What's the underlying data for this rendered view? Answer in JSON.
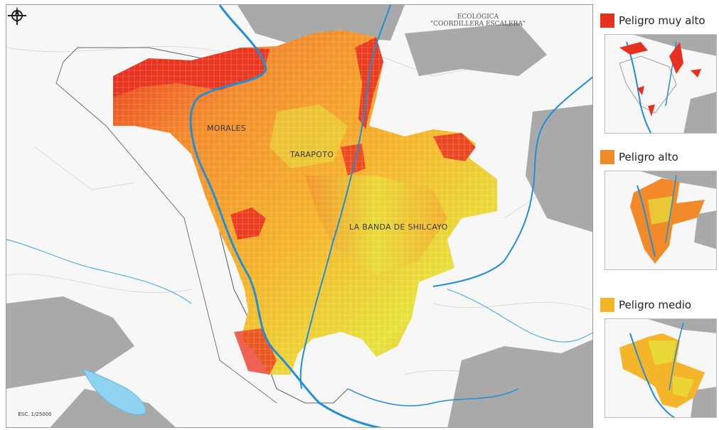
{
  "map": {
    "labels": {
      "morales": "MORALES",
      "tarapoto": "TARAPOTO",
      "banda": "LA BANDA DE SHILCAYO",
      "reserve_line1": "ECOLÓGICA",
      "reserve_line2": "\"COORDILLERA ESCALERA\""
    },
    "scale_text": "ESC. 1/25000",
    "colors": {
      "very_high": "#e8301e",
      "high": "#f38a2a",
      "medium": "#f5b52a",
      "low": "#e6e23a",
      "river": "#1e8fd8",
      "hill": "#a9a9a9"
    }
  },
  "legend": [
    {
      "label": "Peligro muy alto",
      "color": "#e8301e"
    },
    {
      "label": "Peligro alto",
      "color": "#f38a2a"
    },
    {
      "label": "Peligro medio",
      "color": "#f5b52a"
    }
  ],
  "icons": {
    "compass": "north-arrow-icon"
  }
}
